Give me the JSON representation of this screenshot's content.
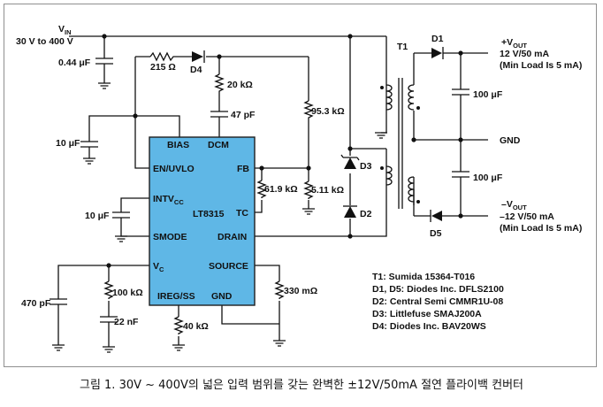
{
  "vin": {
    "label": "V",
    "sub": "IN",
    "range": "30 V to 400 V"
  },
  "components": {
    "c_in": "0.44 μF",
    "r_215": "215 Ω",
    "d4": "D4",
    "r_20k": "20 kΩ",
    "c_47p": "47 pF",
    "r_95k": "95.3 kΩ",
    "r_5k": "5.11 kΩ",
    "r_61k": "61.9 kΩ",
    "c_bias": "10 μF",
    "c_intv": "10 μF",
    "c_470p": "470 pF",
    "r_100k": "100 kΩ",
    "c_22n": "22 nF",
    "r_40k": "40 kΩ",
    "r_330m": "330 mΩ",
    "d3": "D3",
    "d2": "D2",
    "t1": "T1",
    "d1": "D1",
    "d5": "D5",
    "c_out1": "100 μF",
    "c_out2": "100 μF"
  },
  "ic": {
    "name": "LT8315",
    "pins": {
      "bias": "BIAS",
      "dcm": "DCM",
      "en": "EN/UVLO",
      "fb": "FB",
      "intv": "INTV",
      "intv_sub": "CC",
      "tc": "TC",
      "smode": "SMODE",
      "drain": "DRAIN",
      "vc": "V",
      "vc_sub": "C",
      "source": "SOURCE",
      "ireg": "IREG/SS",
      "gnd": "GND"
    }
  },
  "outputs": {
    "pos_label": "+V",
    "pos_sub": "OUT",
    "pos_spec": "12 V/50 mA",
    "pos_min": "(Min Load Is 5 mA)",
    "gnd": "GND",
    "neg_label": "–V",
    "neg_sub": "OUT",
    "neg_spec": "–12 V/50 mA",
    "neg_min": "(Min Load Is 5 mA)"
  },
  "parts_list": [
    {
      "ref": "T1:",
      "part": "Sumida 15364-T016"
    },
    {
      "ref": "D1, D5:",
      "part": "Diodes Inc. DFLS2100"
    },
    {
      "ref": "D2:",
      "part": "Central Semi CMMR1U-08"
    },
    {
      "ref": "D3:",
      "part": "Littlefuse SMAJ200A"
    },
    {
      "ref": "D4:",
      "part": "Diodes Inc. BAV20WS"
    }
  ],
  "caption": "그림 1. 30V ~ 400V의 넓은 입력 범위를 갖는 완벽한 ±12V/50mA 절연 플라이백 컨버터",
  "colors": {
    "ic_fill": "#5fb7e6",
    "ic_stroke": "#1f1f1f",
    "wire": "#111111",
    "frame": "#8f8f8f"
  }
}
